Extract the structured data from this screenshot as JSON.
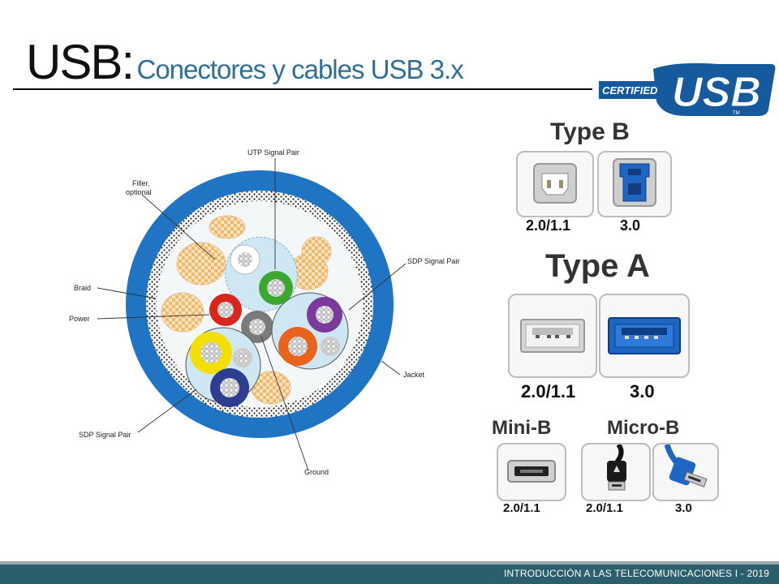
{
  "slide": {
    "title_main": "USB:",
    "title_sub": "Conectores y cables USB 3.x",
    "footer": "INTRODUCCIÓN A LAS TELECOMUNICACIONES I - 2019"
  },
  "logo": {
    "certified": "CERTIFIED",
    "brand": "USB",
    "tm": "TM"
  },
  "cable_diagram": {
    "labels": {
      "utp": "UTP Signal Pair",
      "filler_1": "Filler,",
      "filler_2": "optional",
      "sdp_right": "SDP Signal Pair",
      "braid": "Braid",
      "power": "Power",
      "jacket": "Jacket",
      "sdp_left": "SDP Signal Pair",
      "ground": "Ground"
    },
    "colors": {
      "jacket": "#1f75c4",
      "green": "#3aa82c",
      "red": "#d9261c",
      "grey": "#7a7a7a",
      "purple": "#7b3a9b",
      "orange": "#e8641c",
      "yellow": "#f3df00",
      "blue": "#2c3d92"
    }
  },
  "connectors": {
    "type_b": {
      "title": "Type B",
      "cap_old": "2.0/1.1",
      "cap_new": "3.0"
    },
    "type_a": {
      "title": "Type A",
      "cap_old": "2.0/1.1",
      "cap_new": "3.0"
    },
    "mini_b": {
      "title": "Mini-B",
      "cap": "2.0/1.1"
    },
    "micro_b": {
      "title": "Micro-B",
      "cap_old": "2.0/1.1",
      "cap_new": "3.0"
    },
    "usb3_blue": "#1f66c4"
  }
}
